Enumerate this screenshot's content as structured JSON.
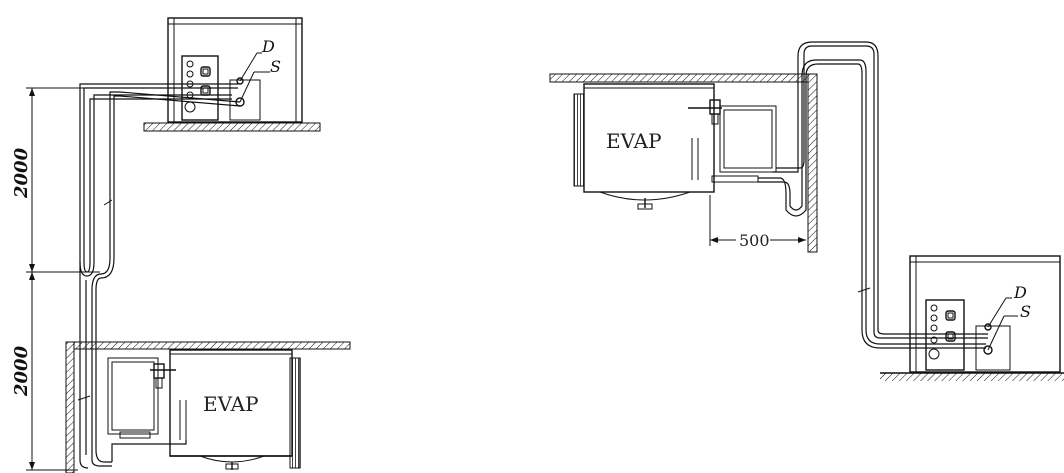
{
  "left_diagram": {
    "dim_upper": "2000",
    "dim_lower": "2000",
    "evap_label": "EVAP",
    "port_d": "D",
    "port_s": "S"
  },
  "right_diagram": {
    "evap_label": "EVAP",
    "dim_horizontal": "500",
    "port_d": "D",
    "port_s": "S"
  }
}
